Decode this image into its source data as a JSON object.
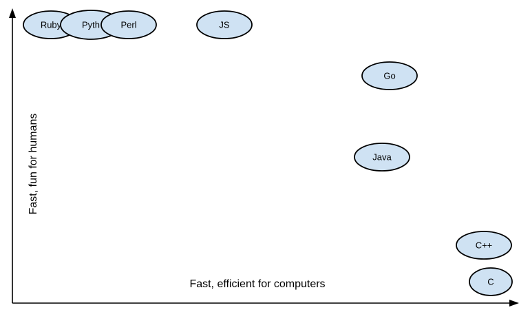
{
  "axes": {
    "x_label": "Fast, efficient for computers",
    "y_label": "Fast, fun for humans"
  },
  "colors": {
    "bubble_fill": "#cfe2f3",
    "bubble_stroke": "#000000",
    "axis": "#000000"
  },
  "languages": [
    {
      "id": "ruby",
      "label": "Ruby"
    },
    {
      "id": "python",
      "label": "Pyth"
    },
    {
      "id": "perl",
      "label": "Perl"
    },
    {
      "id": "js",
      "label": "JS"
    },
    {
      "id": "go",
      "label": "Go"
    },
    {
      "id": "java",
      "label": "Java"
    },
    {
      "id": "cpp",
      "label": "C++"
    },
    {
      "id": "c",
      "label": "C"
    }
  ]
}
